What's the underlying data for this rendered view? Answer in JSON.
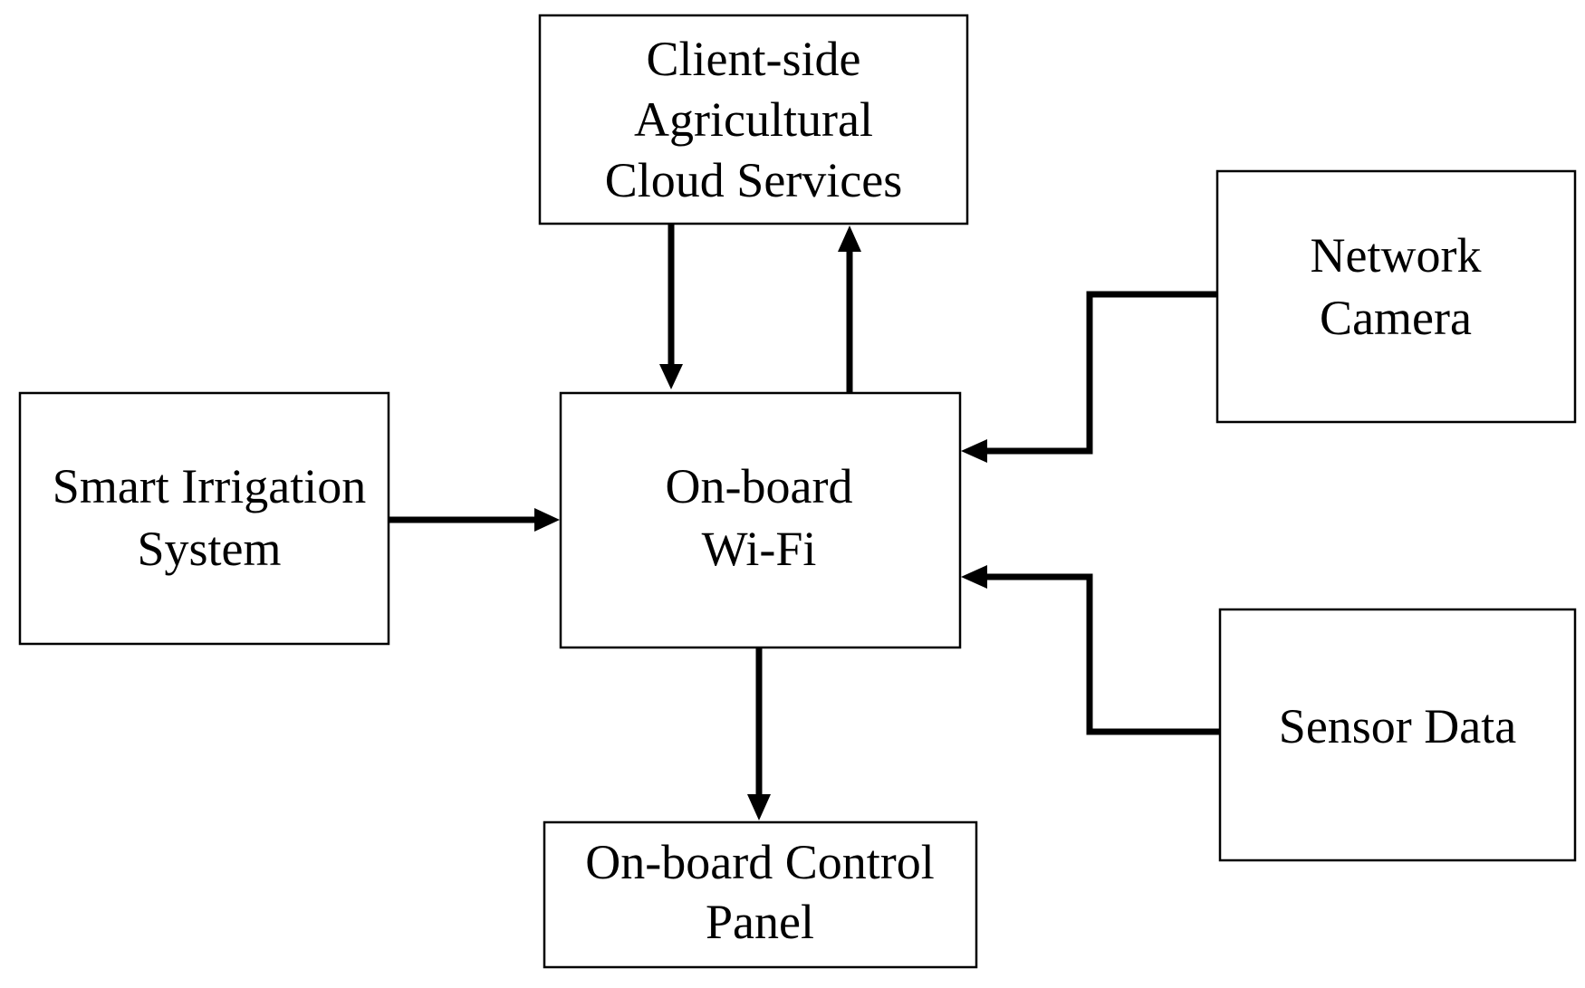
{
  "nodes": {
    "cloud": {
      "lines": [
        "Client-side",
        "Agricultural",
        "Cloud Services"
      ]
    },
    "wifi": {
      "lines": [
        "On-board",
        "Wi-Fi"
      ]
    },
    "irrigation": {
      "lines": [
        "Smart Irrigation",
        "System"
      ]
    },
    "camera": {
      "lines": [
        "Network",
        "Camera"
      ]
    },
    "sensor": {
      "lines": [
        "Sensor Data"
      ]
    },
    "panel": {
      "lines": [
        "On-board Control",
        "Panel"
      ]
    }
  },
  "edges": [
    {
      "from": "cloud",
      "to": "wifi"
    },
    {
      "from": "wifi",
      "to": "cloud"
    },
    {
      "from": "irrigation",
      "to": "wifi"
    },
    {
      "from": "camera",
      "to": "wifi"
    },
    {
      "from": "sensor",
      "to": "wifi"
    },
    {
      "from": "wifi",
      "to": "panel"
    }
  ]
}
